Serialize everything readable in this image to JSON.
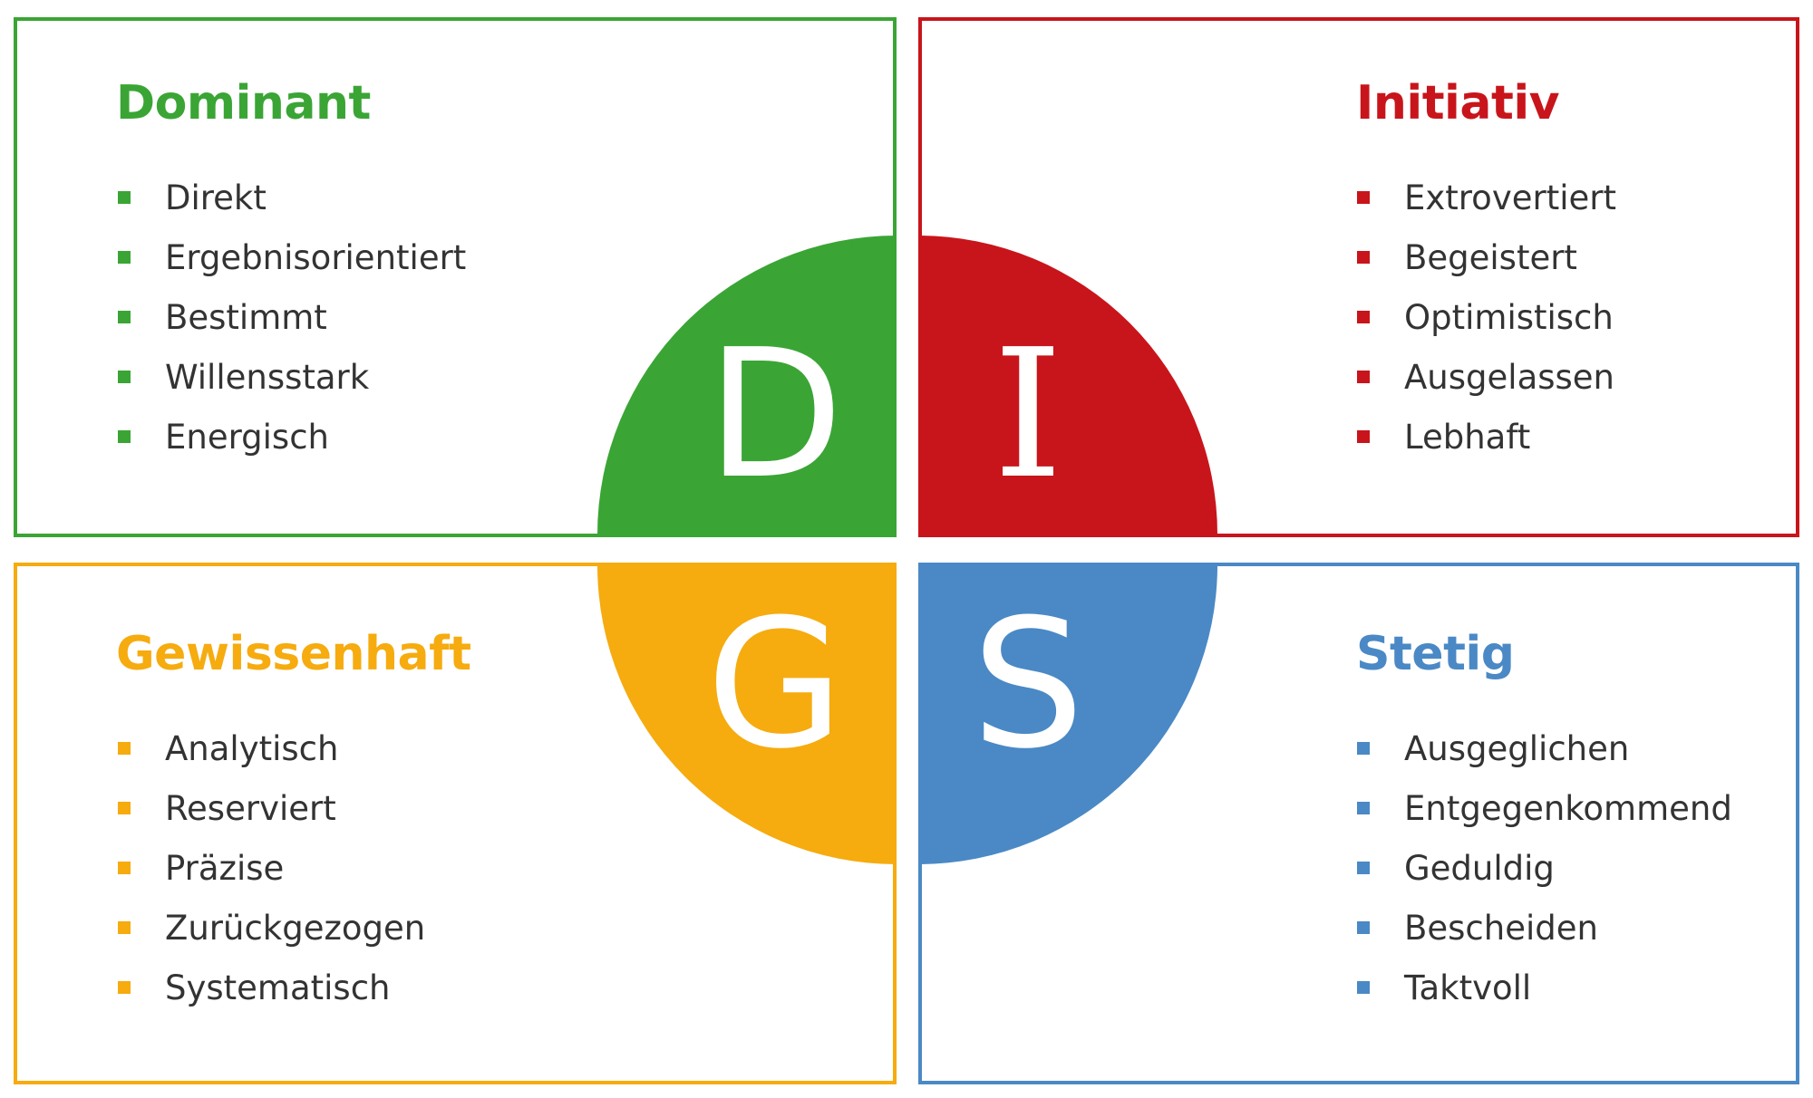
{
  "colors": {
    "dominant": "#3aa535",
    "initiativ": "#c8151b",
    "gewissenhaft": "#f6ab0f",
    "stetig": "#4a89c5",
    "text": "#333333",
    "letter": "#ffffff"
  },
  "quadrants": {
    "dominant": {
      "letter": "D",
      "title": "Dominant",
      "traits": [
        "Direkt",
        "Ergebnisorientiert",
        "Bestimmt",
        "Willensstark",
        "Energisch"
      ]
    },
    "initiativ": {
      "letter": "I",
      "title": "Initiativ",
      "traits": [
        "Extrovertiert",
        "Begeistert",
        "Optimistisch",
        "Ausgelassen",
        "Lebhaft"
      ]
    },
    "gewissenhaft": {
      "letter": "G",
      "title": "Gewissenhaft",
      "traits": [
        "Analytisch",
        "Reserviert",
        "Präzise",
        "Zurückgezogen",
        "Systematisch"
      ]
    },
    "stetig": {
      "letter": "S",
      "title": "Stetig",
      "traits": [
        "Ausgeglichen",
        "Entgegenkommend",
        "Geduldig",
        "Bescheiden",
        "Taktvoll"
      ]
    }
  }
}
